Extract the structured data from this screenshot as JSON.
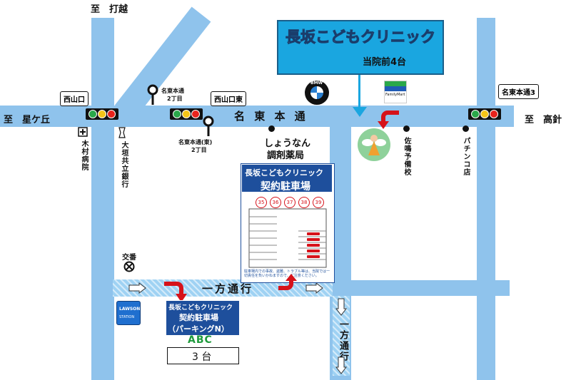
{
  "header": {
    "clinic_name": "長坂こどもクリニック",
    "parking_note": "当院前4台"
  },
  "directions": {
    "north": "至　打越",
    "west": "至　星ケ丘",
    "east": "至　高針"
  },
  "roads": {
    "main_road": "名 東 本 通",
    "one_way_horizontal": "一方通行",
    "one_way_vertical": "一方通行"
  },
  "intersections": {
    "nishiyamaguchi": "西山口",
    "nishiyamaguchi_east": "西山口東",
    "meito_hondori_3": "名東本通3"
  },
  "bus_stops": {
    "stop_north": [
      "名東本通",
      "2丁目"
    ],
    "stop_south": [
      "名東本通(東)",
      "2丁目"
    ]
  },
  "landmarks": {
    "kimura_hospital": "木村病院",
    "ogaki_bank": "大垣共立銀行",
    "pharmacy": [
      "しょうなん",
      "調剤薬局"
    ],
    "sanaru_school": "佐鳴予備校",
    "pachinko": "パチンコ店",
    "police_box": "交番",
    "familymart": "FamilyMart",
    "bmw": "BMW",
    "lawson": [
      "LAWSON",
      "STATION"
    ]
  },
  "contract_parking": {
    "title_line1": "長坂こどもクリニック",
    "title_line2": "契約駐車場",
    "spaces": [
      "35",
      "36",
      "37",
      "38",
      "39"
    ],
    "note": "駐車場内での事故、盗難、トラブル等は、当院では一切責任を負いかねますので、ご注意ください。"
  },
  "parking_n": {
    "line1": "長坂こどもクリニック",
    "line2": "契約駐車場",
    "line3": "（パーキングN）",
    "company": "ABC",
    "count": "3 台"
  },
  "colors": {
    "road": "#8fc3ec",
    "header_bg": "#1aa6e0",
    "arrow": "#d6121a",
    "signal_red": "#e8231c",
    "signal_yellow": "#f5c518",
    "signal_green": "#2aa84a",
    "abc_green": "#1e9a3c"
  }
}
